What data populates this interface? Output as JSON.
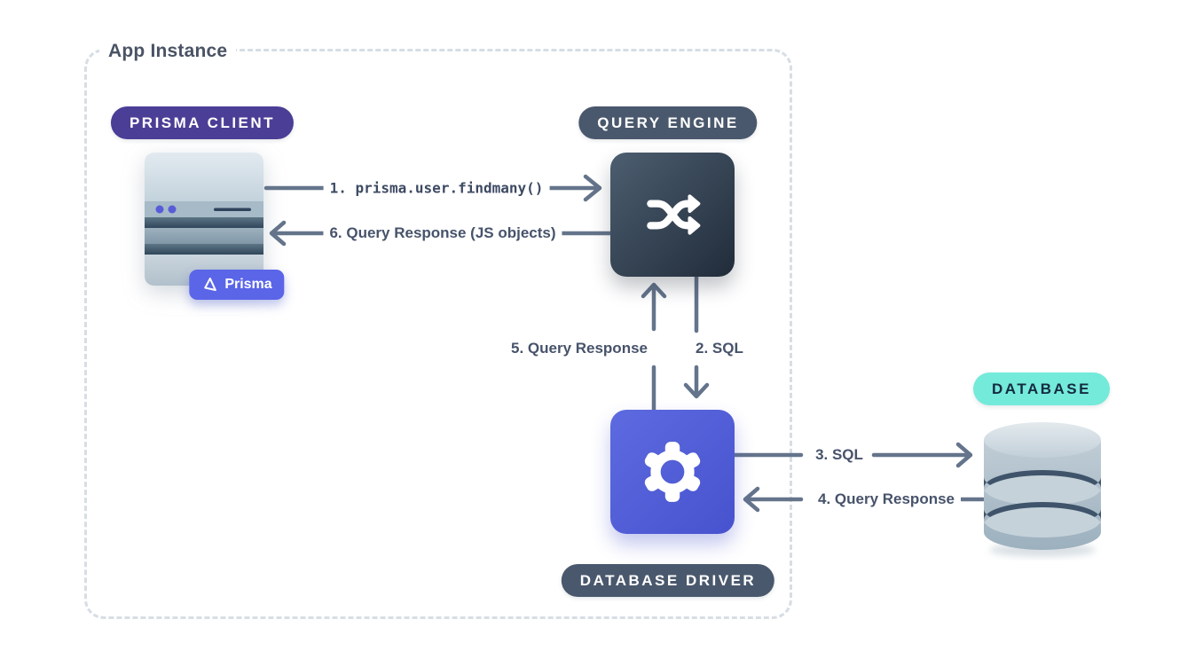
{
  "diagram": {
    "title": "App Instance",
    "nodes": {
      "prisma_client": {
        "badge": "PRISMA CLIENT",
        "icon": "server-icon"
      },
      "query_engine": {
        "badge": "QUERY ENGINE",
        "icon": "shuffle-icon"
      },
      "database_driver": {
        "badge": "DATABASE DRIVER",
        "icon": "gear-icon"
      },
      "database": {
        "badge": "DATABASE",
        "icon": "database-cylinder-icon"
      }
    },
    "prisma_logo": {
      "label": "Prisma",
      "icon": "prisma-logo-icon"
    },
    "flows": {
      "f1": {
        "label": "1. prisma.user.findmany()",
        "from": "prisma_client",
        "to": "query_engine",
        "direction": "right"
      },
      "f2": {
        "label": "2. SQL",
        "from": "query_engine",
        "to": "database_driver",
        "direction": "down"
      },
      "f3": {
        "label": "3. SQL",
        "from": "database_driver",
        "to": "database",
        "direction": "right"
      },
      "f4": {
        "label": "4. Query Response",
        "from": "database",
        "to": "database_driver",
        "direction": "left"
      },
      "f5": {
        "label": "5. Query Response",
        "from": "database_driver",
        "to": "query_engine",
        "direction": "up"
      },
      "f6": {
        "label": "6. Query Response (JS objects)",
        "from": "query_engine",
        "to": "prisma_client",
        "direction": "left"
      }
    },
    "colors": {
      "badge_purple": "#4B3E96",
      "badge_slate": "#4A586D",
      "badge_mint": "#74EADA",
      "badge_mint_text": "#142A40",
      "prisma_indigo": "#5A65E8",
      "engine_gradient_start": "#4C5E70",
      "engine_gradient_end": "#212C3A",
      "driver_gradient_start": "#5D6AE0",
      "driver_gradient_end": "#4753CE",
      "arrow": "#64748B",
      "label_text": "#47536B",
      "dashed_border": "#D7DEE5",
      "title_text": "#4A5365"
    }
  }
}
